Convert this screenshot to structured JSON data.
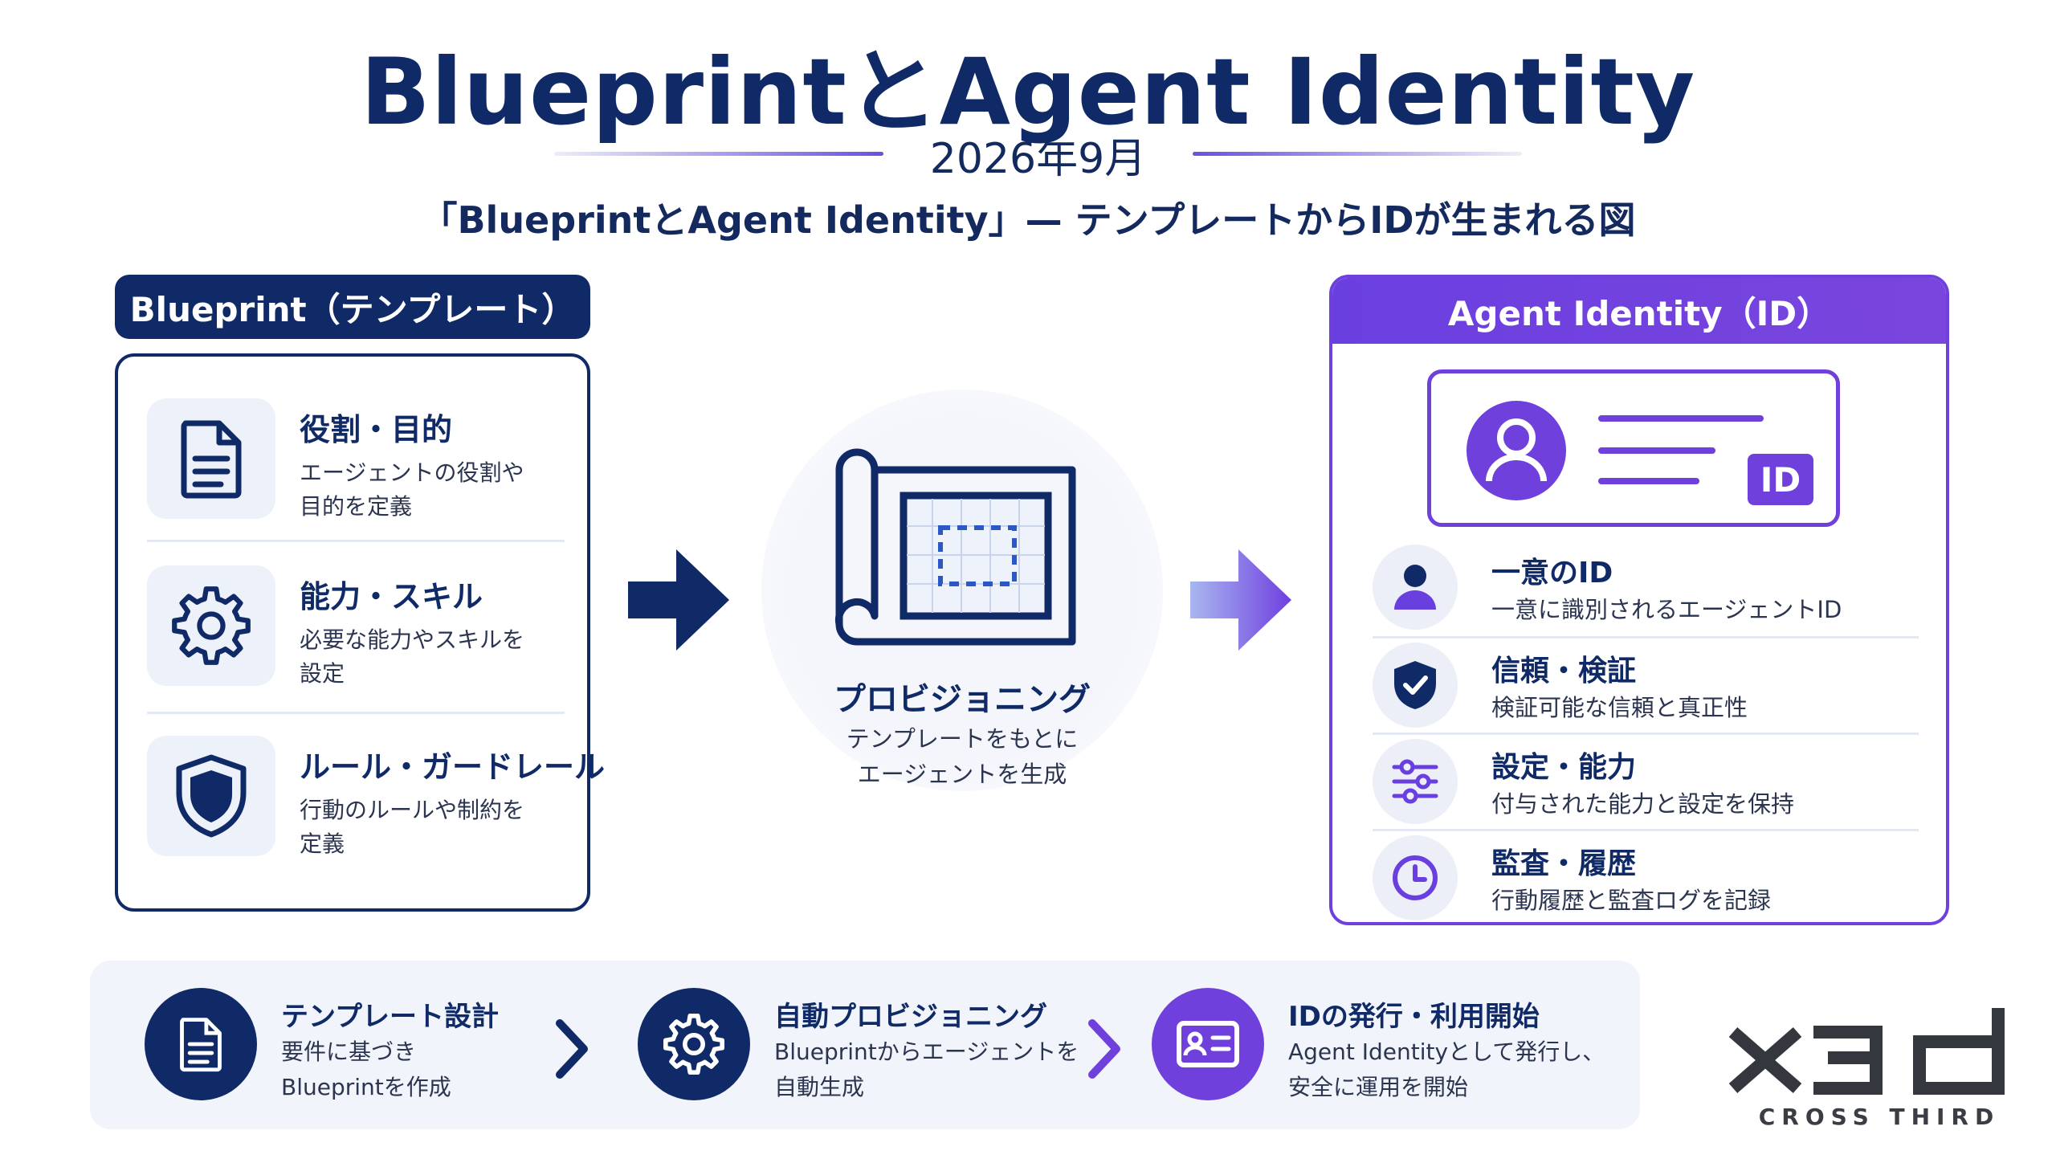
{
  "header": {
    "title": "BlueprintとAgent Identity",
    "date": "2026年9月",
    "subtitle": "「BlueprintとAgent Identity」— テンプレートからIDが生まれる図"
  },
  "blueprint": {
    "tab_label": "Blueprint（テンプレート）",
    "items": [
      {
        "title": "役割・目的",
        "desc_line1": "エージェントの役割や",
        "desc_line2": "目的を定義",
        "icon": "document-icon"
      },
      {
        "title": "能力・スキル",
        "desc_line1": "必要な能力やスキルを",
        "desc_line2": "設定",
        "icon": "gear-icon"
      },
      {
        "title": "ルール・ガードレール",
        "desc_line1": "行動のルールや制約を",
        "desc_line2": "定義",
        "icon": "shield-icon"
      }
    ]
  },
  "provisioning": {
    "title": "プロビジョニング",
    "desc_line1": "テンプレートをもとに",
    "desc_line2": "エージェントを生成",
    "icon": "blueprint-icon"
  },
  "agent_identity": {
    "tab_label": "Agent Identity（ID）",
    "card_badge": "ID",
    "items": [
      {
        "title": "一意のID",
        "desc": "一意に識別されるエージェントID",
        "icon": "person-icon"
      },
      {
        "title": "信頼・検証",
        "desc": "検証可能な信頼と真正性",
        "icon": "shield-check-icon"
      },
      {
        "title": "設定・能力",
        "desc": "付与された能力と設定を保持",
        "icon": "sliders-icon"
      },
      {
        "title": "監査・履歴",
        "desc": "行動履歴と監査ログを記録",
        "icon": "clock-icon"
      }
    ]
  },
  "flow": {
    "steps": [
      {
        "title": "テンプレート設計",
        "desc_line1": "要件に基づき",
        "desc_line2": "Blueprintを作成",
        "icon": "document-icon",
        "color": "#0f2a66"
      },
      {
        "title": "自動プロビジョニング",
        "desc_line1": "Blueprintからエージェントを",
        "desc_line2": "自動生成",
        "icon": "gear-icon",
        "color": "#0f2a66"
      },
      {
        "title": "IDの発行・利用開始",
        "desc_line1": "Agent Identityとして発行し、",
        "desc_line2": "安全に運用を開始",
        "icon": "id-card-icon",
        "color": "#7040dc"
      }
    ]
  },
  "logo": {
    "text": "CROSS THIRD"
  },
  "colors": {
    "navy": "#0f2a66",
    "purple": "#7040dc"
  }
}
